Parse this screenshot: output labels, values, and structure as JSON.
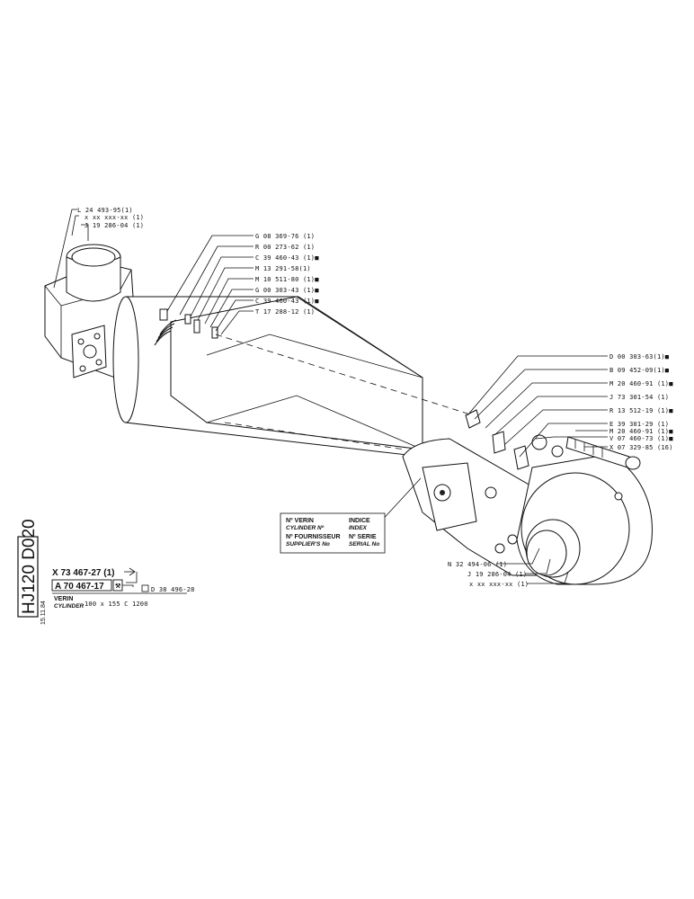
{
  "sheet_id": "HJ120 D020",
  "date": "15.11.84",
  "top_left_labels": [
    "L 24 493-95(1)",
    "x xx xxx-xx (1)",
    "J 19 286-04 (1)"
  ],
  "upper_mid_labels": [
    "G 08 369-76 (1)",
    "R 00 273-62 (1)",
    "C 39 460-43 (1)■",
    "M 13 291-58(1)",
    "M 10 511-80 (1)■",
    "G 00 303-43 (1)■",
    "C 39 460-43 (1)■",
    "T 17 288-12 (1)"
  ],
  "right_labels": [
    "D 00 303-63(1)■",
    "B 09 452-09(1)■",
    "M 20 460-91 (1)■",
    "J 73 301-54 (1)",
    "R 13 512-19 (1)■",
    "E 39 301-29 (1)",
    "M 20 460-91 (1)■",
    "V 07 460-73 (1)■",
    "X 07 329-85 (16)"
  ],
  "bottom_right_labels": [
    "N 32 494-06 (1)",
    "J 19 286-04 (1)",
    "x xx xxx-xx (1)"
  ],
  "info_box": {
    "no_verin": "Nº VERIN",
    "cylinder_no": "CYLINDER Nº",
    "indice": "INDICE",
    "index": "INDEX",
    "no_fournisseur": "Nº FOURNISSEUR",
    "suppliers_no": "SUPPLIER'S No",
    "no_serie": "Nº SERIE",
    "serial_no": "SERIAL No"
  },
  "part_block": {
    "ref_top": "X 73 467-27 (1)",
    "ref_main": "A 70 467-17",
    "ref_side": "D 38 496-28",
    "name_fr": "VERIN",
    "name_en": "CYLINDER",
    "spec": "100 x 155  C 1200"
  }
}
